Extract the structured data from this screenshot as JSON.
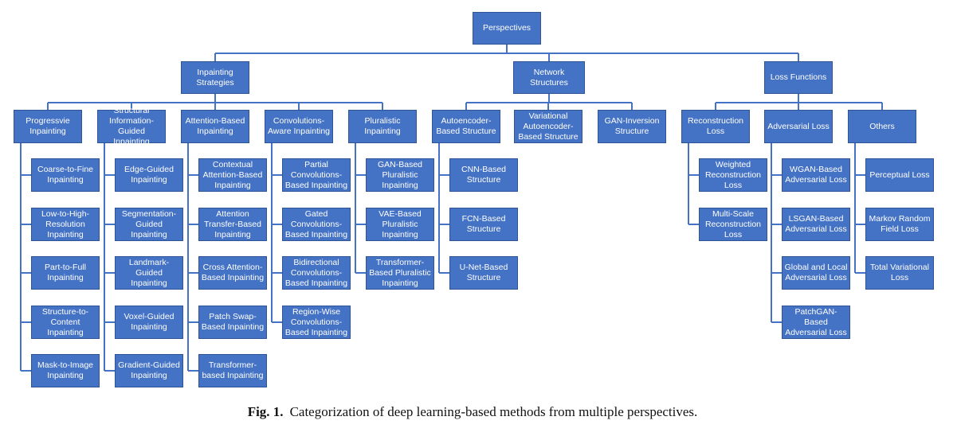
{
  "root": "Perspectives",
  "level1": [
    "Inpainting\nStrategies",
    "Network\nStructures",
    "Loss Functions"
  ],
  "columns": [
    {
      "header": "Progressvie\nInpainting",
      "items": [
        "Coarse-to-Fine\nInpainting",
        "Low-to-High-\nResolution\nInpainting",
        "Part-to-Full\nInpainting",
        "Structure-to-\nContent\nInpainting",
        "Mask-to-Image\nInpainting"
      ]
    },
    {
      "header": "Structural\nInformation-\nGuided Inpainting",
      "items": [
        "Edge-Guided\nInpainting",
        "Segmentation-\nGuided Inpainting",
        "Landmark-Guided\nInpainting",
        "Voxel-Guided\nInpainting",
        "Gradient-Guided\nInpainting"
      ]
    },
    {
      "header": "Attention-Based\nInpainting",
      "items": [
        "Contextual\nAttention-Based\nInpainting",
        "Attention\nTransfer-Based\nInpainting",
        "Cross Attention-\nBased Inpainting",
        "Patch Swap-\nBased Inpainting",
        "Transformer-\nbased Inpainting"
      ]
    },
    {
      "header": "Convolutions-\nAware Inpainting",
      "items": [
        "Partial\nConvolutions-\nBased Inpainting",
        "Gated\nConvolutions-\nBased Inpainting",
        "Bidirectional\nConvolutions-\nBased Inpainting",
        "Region-Wise\nConvolutions-\nBased Inpainting"
      ]
    },
    {
      "header": "Pluralistic\nInpainting",
      "items": [
        "GAN-Based\nPluralistic\nInpainting",
        "VAE-Based\nPluralistic\nInpainting",
        "Transformer-\nBased Pluralistic\nInpainting"
      ]
    },
    {
      "header": "Autoencoder-\nBased Structure",
      "items": [
        "CNN-Based\nStructure",
        "FCN-Based\nStructure",
        "U-Net-Based\nStructure"
      ]
    },
    {
      "header": "Variational\nAutoencoder-\nBased Structure",
      "items": []
    },
    {
      "header": "GAN-Inversion\nStructure",
      "items": []
    },
    {
      "header": "Reconstruction\nLoss",
      "items": [
        "Weighted\nReconstruction\nLoss",
        "Multi-Scale\nReconstruction\nLoss"
      ]
    },
    {
      "header": "Adversarial Loss",
      "items": [
        "WGAN-Based\nAdversarial Loss",
        "LSGAN-Based\nAdversarial Loss",
        "Global and Local\nAdversarial Loss",
        "PatchGAN-Based\nAdversarial Loss"
      ]
    },
    {
      "header": "Others",
      "items": [
        "Perceptual Loss",
        "Markov Random\nField Loss",
        "Total Variational\nLoss"
      ]
    }
  ],
  "caption": {
    "label": "Fig. 1.",
    "text": "Categorization of deep learning-based methods from multiple perspectives."
  }
}
